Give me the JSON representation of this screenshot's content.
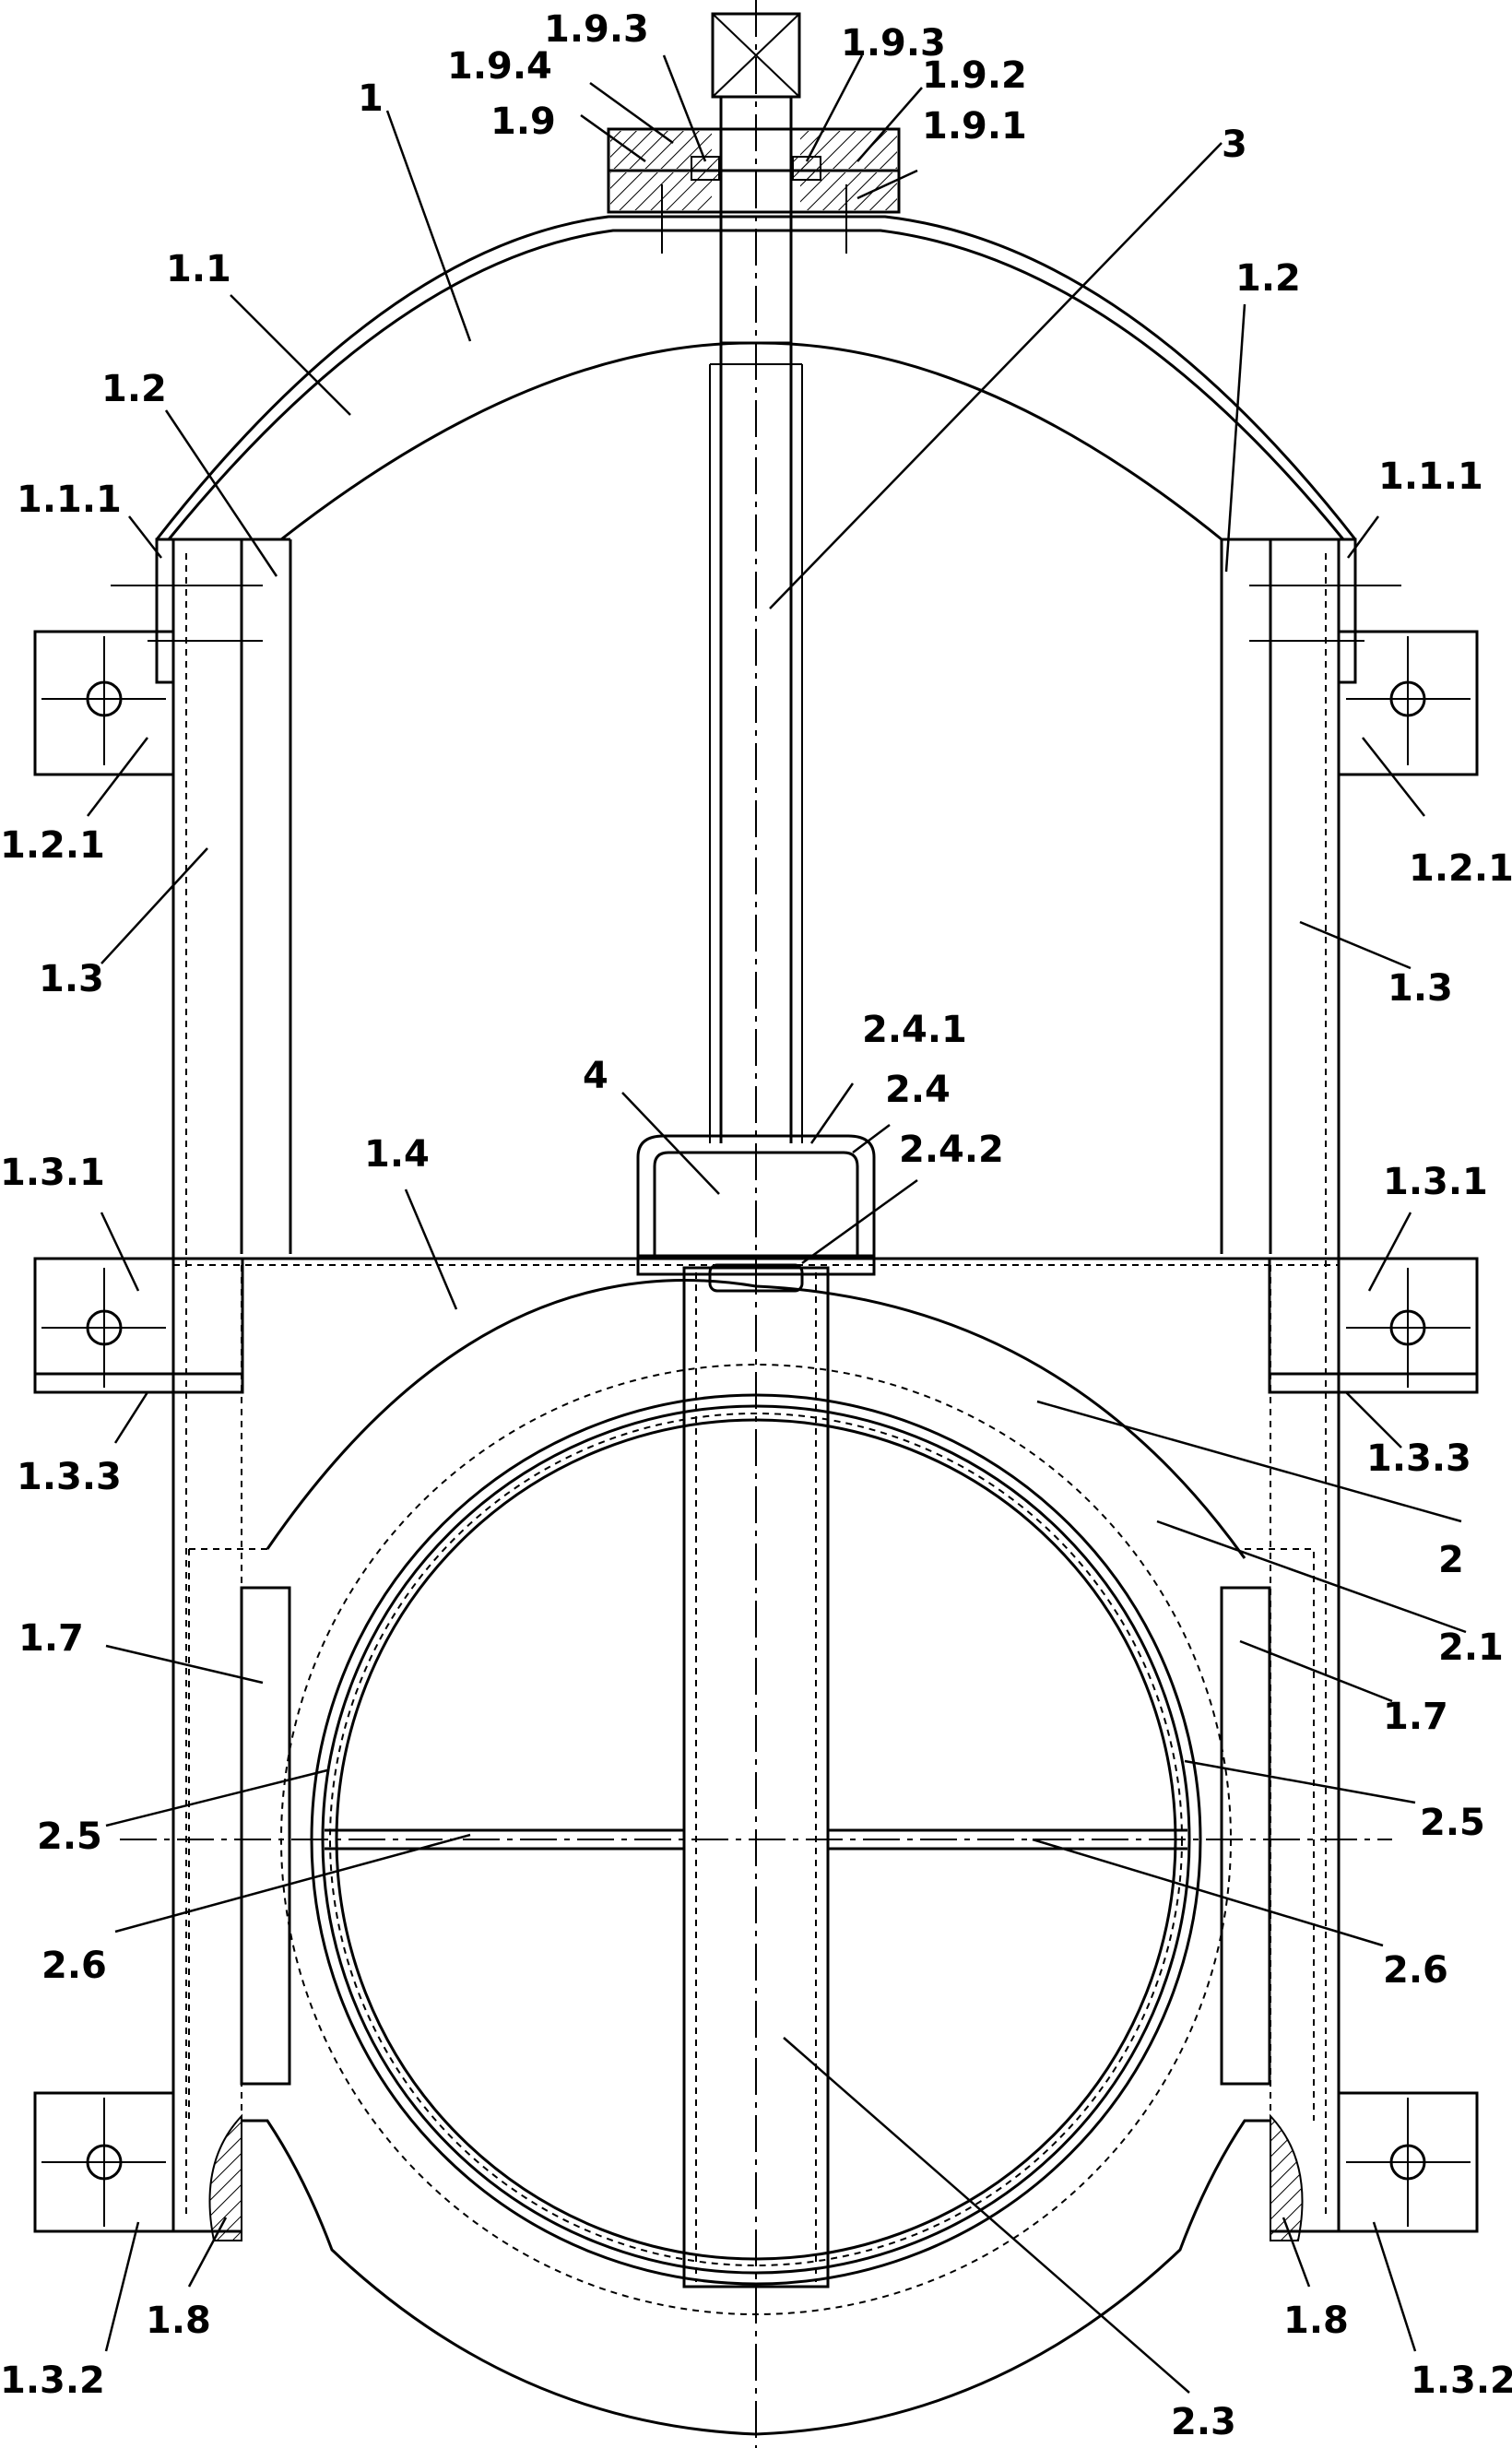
{
  "labels": {
    "l_1": "1",
    "l_1_1": "1.1",
    "l_1_1_1_left": "1.1.1",
    "l_1_1_1_right": "1.1.1",
    "l_1_2_left": "1.2",
    "l_1_2_right": "1.2",
    "l_1_2_1_left": "1.2.1",
    "l_1_2_1_right": "1.2.1",
    "l_1_3_left": "1.3",
    "l_1_3_right": "1.3",
    "l_1_3_1_left": "1.3.1",
    "l_1_3_1_right": "1.3.1",
    "l_1_3_2_left": "1.3.2",
    "l_1_3_2_right": "1.3.2",
    "l_1_3_3_left": "1.3.3",
    "l_1_3_3_right": "1.3.3",
    "l_1_4": "1.4",
    "l_1_7_left": "1.7",
    "l_1_7_right": "1.7",
    "l_1_8_left": "1.8",
    "l_1_8_right": "1.8",
    "l_1_9": "1.9",
    "l_1_9_1": "1.9.1",
    "l_1_9_2": "1.9.2",
    "l_1_9_3_left": "1.9.3",
    "l_1_9_3_right": "1.9.3",
    "l_1_9_4": "1.9.4",
    "l_2": "2",
    "l_2_1": "2.1",
    "l_2_3": "2.3",
    "l_2_4": "2.4",
    "l_2_4_1": "2.4.1",
    "l_2_4_2": "2.4.2",
    "l_2_5_left": "2.5",
    "l_2_5_right": "2.5",
    "l_2_6_left": "2.6",
    "l_2_6_right": "2.6",
    "l_3": "3",
    "l_4": "4"
  }
}
